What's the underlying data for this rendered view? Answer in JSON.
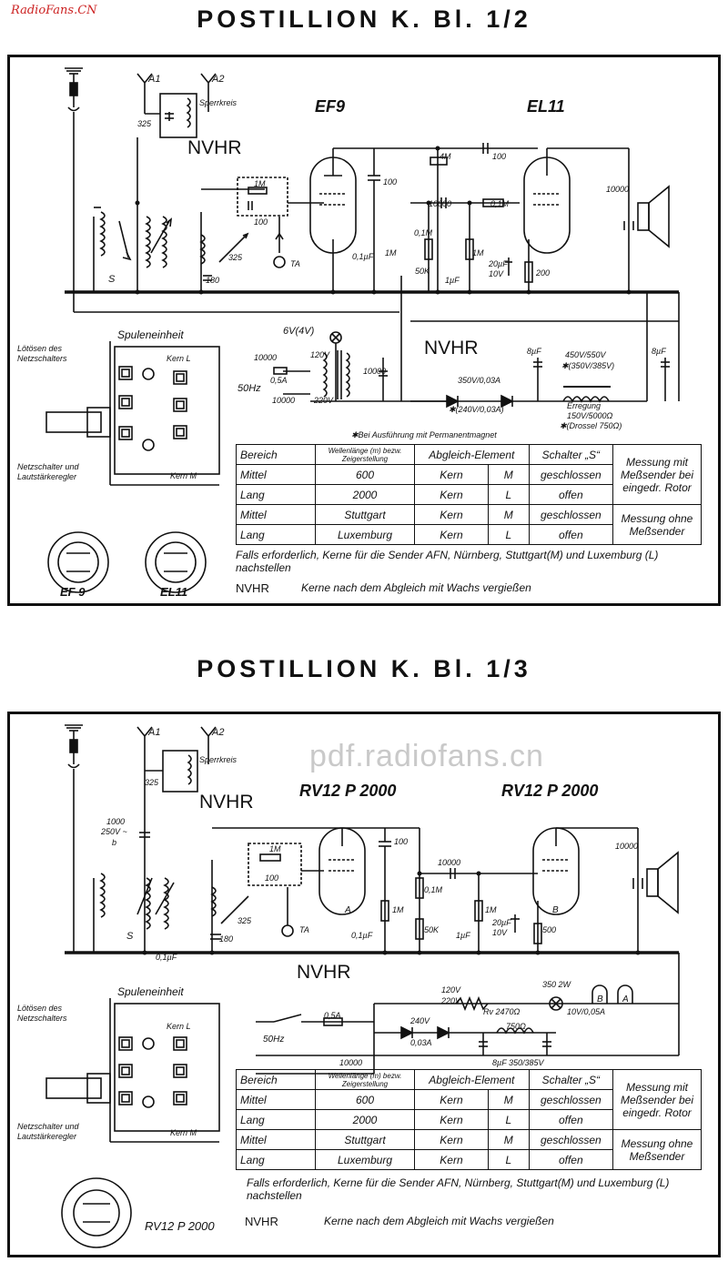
{
  "watermark": "RadioFans.CN",
  "watermark_center": "pdf.radiofans.cn",
  "sheets": [
    {
      "title": "POSTILLION K. Bl. 1/2",
      "tube1": "EF9",
      "tube2": "EL11",
      "nvhr_top": "NVHR",
      "nvhr_mid": "NVHR",
      "nvhr_note_label": "NVHR",
      "antenna1": "A1",
      "antenna2": "A2",
      "sperrkreis": "Sperrkreis",
      "cap325a": "325",
      "cap325b": "325",
      "cap180": "180",
      "r1m": "1M",
      "c100a": "100",
      "c100b": "100",
      "r4m": "4M",
      "c100c": "100",
      "c10000a": "10000",
      "r01m": "0,1M",
      "r01m2": "0,1M",
      "r1mv": "1M",
      "r1mv2": "1M",
      "r50k": "50K",
      "c1uf": "1µF",
      "c01uf": "0,1µF",
      "c20uf": "20µF",
      "v10": "10V",
      "r200": "200",
      "spk_c": "10000",
      "ta": "TA",
      "s_label": "S",
      "heater": "6V(4V)",
      "c10000b": "10000",
      "fuse": "0,5A",
      "v120": "120V",
      "v220": "220V",
      "hz": "50Hz",
      "c10000c": "10000",
      "c10000d": "10000",
      "rect": "350V/0,03A",
      "rect2": "✱(240V/0,03A)",
      "c8uf_a": "8µF",
      "c8uf_b": "8µF",
      "elko1": "450V/550V",
      "elko2": "✱(350V/385V)",
      "erregung1": "Erregung",
      "erregung2": "150V/5000Ω",
      "erregung3": "✱(Drossel 750Ω)",
      "permanent": "✱Bei Ausführung mit Permanentmagnet",
      "spule_title": "Spuleneinheit",
      "loeten": "Lötösen des Netzschalters",
      "kern_l": "Kern L",
      "kern_m": "Kern M",
      "netzschalter": "Netzschalter und Lautstärkeregler",
      "socket1_name": "EF 9",
      "socket2_name": "EL11",
      "table_header": [
        "Bereich",
        "Wellenlänge (m) bezw. Zeigerstellung",
        "Abgleich-Element",
        "Schalter „S“"
      ],
      "table_rows": [
        [
          "Mittel",
          "600",
          "Kern",
          "M",
          "geschlossen"
        ],
        [
          "Lang",
          "2000",
          "Kern",
          "L",
          "offen"
        ],
        [
          "Mittel",
          "Stuttgart",
          "Kern",
          "M",
          "geschlossen"
        ],
        [
          "Lang",
          "Luxemburg",
          "Kern",
          "L",
          "offen"
        ]
      ],
      "messung1": "Messung mit Meßsender bei eingedr. Rotor",
      "messung2": "Messung ohne Meßsender",
      "note": "Falls erforderlich, Kerne für die Sender AFN, Nürnberg, Stuttgart(M) und Luxemburg (L) nachstellen",
      "wachs": "Kerne nach dem Abgleich mit Wachs vergießen"
    },
    {
      "title": "POSTILLION K. Bl. 1/3",
      "tube1": "RV12 P 2000",
      "tube2": "RV12 P 2000",
      "nvhr_top": "NVHR",
      "nvhr_mid": "NVHR",
      "nvhr_note_label": "NVHR",
      "antenna1": "A1",
      "antenna2": "A2",
      "sperrkreis": "Sperrkreis",
      "cap325a": "325",
      "cap325b": "325",
      "cap180": "180",
      "c1000": "1000",
      "v250": "250V ~",
      "b_label": "b",
      "r1m": "1M",
      "c100a": "100",
      "c100b": "100",
      "c10000a": "10000",
      "r01m": "0,1M",
      "r1mv": "1M",
      "r1mv2": "1M",
      "r50k": "50K",
      "c1uf": "1µF",
      "c01uf": "0,1µF",
      "c01uf2": "0,1µF",
      "c20uf": "20µF",
      "v10": "10V",
      "r500": "500",
      "spk_c": "10000",
      "ta": "TA",
      "s_label": "S",
      "pin_a": "A",
      "pin_b": "B",
      "v120": "120V",
      "v220": "220V",
      "r350": "350 2W",
      "rv": "Rv 2470Ω",
      "lamp": "10V/0,05A",
      "fuse": "0,5A",
      "hz": "50Hz",
      "c10000c": "10000",
      "rect": "240V",
      "rect2": "0,03A",
      "choke": "750Ω",
      "elko": "8µF 350/385V",
      "b_box": "B",
      "a_box": "A",
      "spule_title": "Spuleneinheit",
      "loeten": "Lötösen des Netzschalters",
      "kern_l": "Kern L",
      "kern_m": "Kern M",
      "netzschalter": "Netzschalter und Lautstärkeregler",
      "socket_name": "RV12 P 2000",
      "table_header": [
        "Bereich",
        "Wellenlänge (m) bezw. Zeigerstellung",
        "Abgleich-Element",
        "Schalter „S“"
      ],
      "table_rows": [
        [
          "Mittel",
          "600",
          "Kern",
          "M",
          "geschlossen"
        ],
        [
          "Lang",
          "2000",
          "Kern",
          "L",
          "offen"
        ],
        [
          "Mittel",
          "Stuttgart",
          "Kern",
          "M",
          "geschlossen"
        ],
        [
          "Lang",
          "Luxemburg",
          "Kern",
          "L",
          "offen"
        ]
      ],
      "messung1": "Messung mit Meßsender bei eingedr. Rotor",
      "messung2": "Messung ohne Meßsender",
      "note": "Falls erforderlich, Kerne für die Sender AFN, Nürnberg, Stuttgart(M) und Luxemburg (L) nachstellen",
      "wachs": "Kerne nach dem Abgleich mit Wachs vergießen"
    }
  ]
}
